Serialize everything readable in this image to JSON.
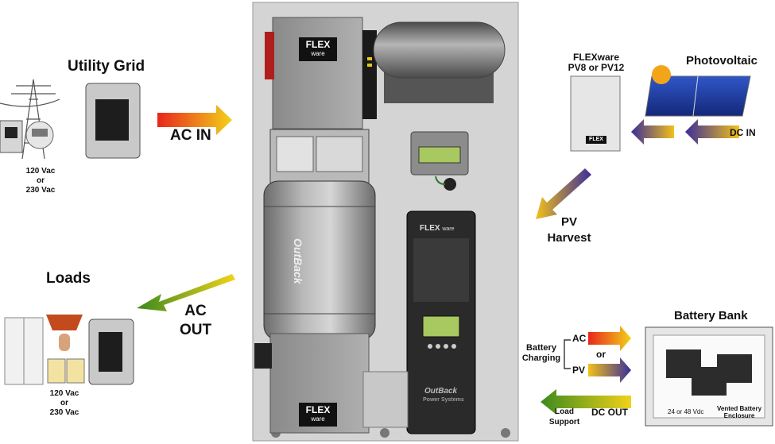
{
  "utility_grid": {
    "title": "Utility Grid",
    "voltage_line1": "120 Vac",
    "voltage_line2": "or",
    "voltage_line3": "230 Vac"
  },
  "ac_in": {
    "label": "AC IN"
  },
  "loads": {
    "title": "Loads",
    "voltage_line1": "120 Vac",
    "voltage_line2": "or",
    "voltage_line3": "230 Vac"
  },
  "ac_out": {
    "label_line1": "AC",
    "label_line2": "OUT"
  },
  "center_panel": {
    "flex_top": {
      "brand": "FLEX",
      "sub": "ware"
    },
    "flex_bottom": {
      "brand": "FLEX",
      "sub": "ware"
    },
    "charge_controller_brand": "FLEX",
    "charge_controller_sub": "ware",
    "inverter_logo": "OutBack",
    "controller_logo": "OutBack",
    "controller_sub": "Power Systems"
  },
  "pv_box": {
    "line1": "FLEXware",
    "line2": "PV8 or PV12",
    "badge": "FLEX"
  },
  "photovoltaic": {
    "title": "Photovoltaic"
  },
  "dc_in": {
    "label": "DC IN"
  },
  "pv_harvest": {
    "line1": "PV",
    "line2": "Harvest"
  },
  "battery_bank": {
    "title": "Battery Bank",
    "voltage": "24 or 48 Vdc",
    "enclosure_line1": "Vented Battery",
    "enclosure_line2": "Enclosure"
  },
  "battery_charging": {
    "line1": "Battery",
    "line2": "Charging",
    "ac": "AC",
    "or": "or",
    "pv": "PV"
  },
  "dc_out": {
    "label": "DC OUT",
    "load_line1": "Load",
    "load_line2": "Support"
  },
  "colors": {
    "arrow_red": "#e8261c",
    "arrow_yellow": "#f2d21a",
    "arrow_green": "#3b8a1d",
    "arrow_purple": "#3a2d9a",
    "panel_gray": "#c8c8c8"
  }
}
